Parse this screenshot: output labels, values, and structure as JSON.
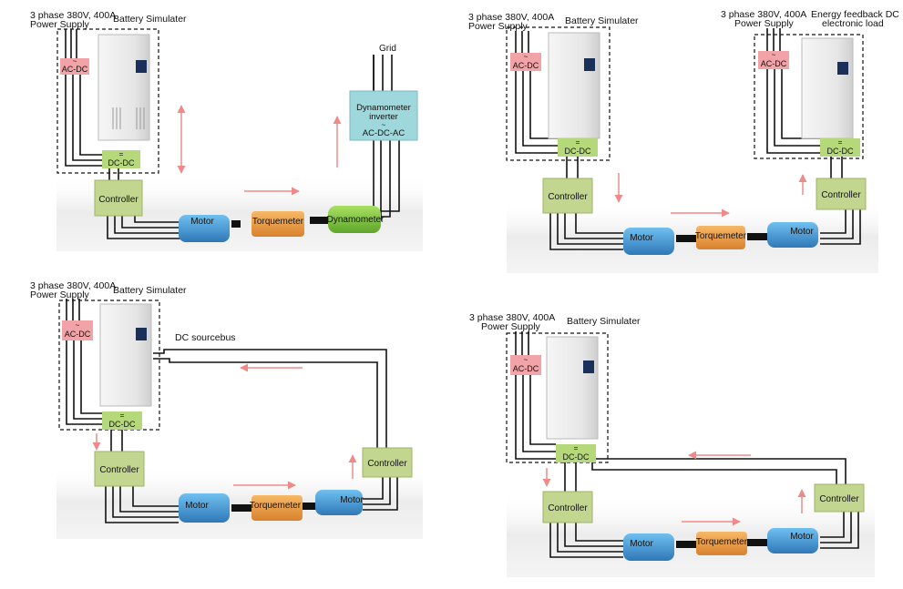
{
  "labels": {
    "supply": "3 phase 380V, 400A",
    "supply_line2": "Power Supply",
    "battery_sim": "Battery Simulater",
    "acdc": "AC-DC",
    "dcdc": "DC-DC",
    "tilde": "~",
    "equals": "=",
    "controller": "Controller",
    "motor": "Motor",
    "torquemeter": "Torquemeter",
    "dynamometer": "Dynamometer",
    "grid": "Grid",
    "dyno_inverter_1": "Dynamometer",
    "dyno_inverter_2": "inverter",
    "dyno_inverter_3": "AC-DC-AC",
    "load_1": "Energy feedback DC",
    "load_2": "electronic load",
    "dc_sourcebus": "DC sourcebus"
  },
  "colors": {
    "acdc_fill": "#f2a3a8",
    "dcdc_fill": "#b5d97a",
    "controller_fill": "#c2d68f",
    "motor_fill": "#3f97d8",
    "torquemeter_fill": "#ef9d45",
    "dynamometer_fill": "#86c93e",
    "inverter_fill": "#9fd8dc",
    "arrow": "#f08a8a",
    "cabinet": "#e8e8e8"
  }
}
